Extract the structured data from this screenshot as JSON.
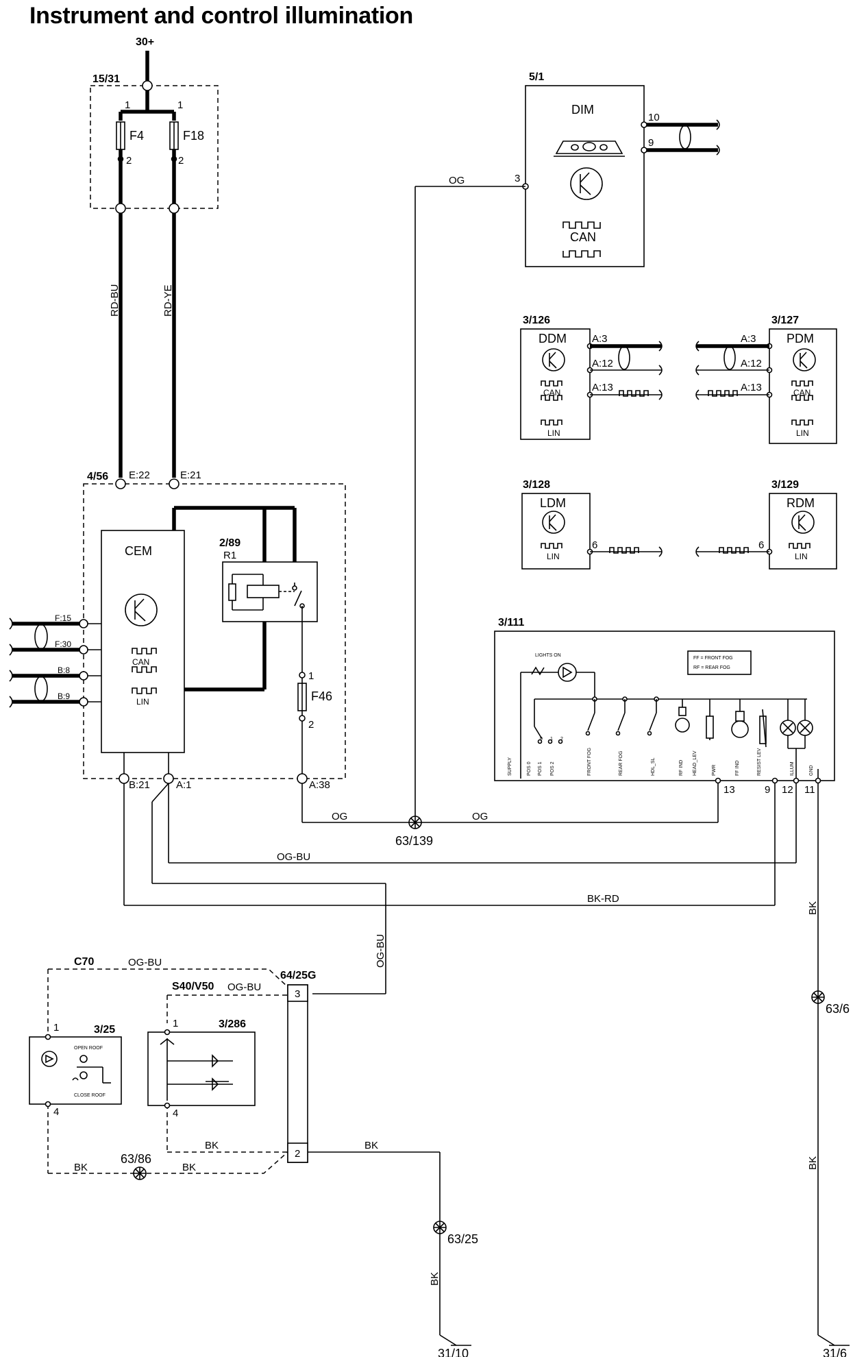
{
  "title": "Instrument and control illumination",
  "supply": "30+",
  "fusebox": {
    "id": "15/31",
    "fuses": [
      "F4",
      "F18"
    ],
    "pin1": "1",
    "pin2": "2"
  },
  "wires": {
    "rd_bu": "RD-BU",
    "rd_ye": "RD-YE",
    "og": "OG",
    "og_bu": "OG-BU",
    "bk_rd": "BK-RD",
    "bk": "BK"
  },
  "dim": {
    "id": "5/1",
    "name": "DIM",
    "pins": [
      "10",
      "9",
      "3"
    ],
    "can": "CAN"
  },
  "ddm": {
    "id": "3/126",
    "name": "DDM",
    "pins": [
      "A:3",
      "A:12",
      "A:13"
    ],
    "can": "CAN",
    "lin": "LIN"
  },
  "pdm": {
    "id": "3/127",
    "name": "PDM",
    "pins": [
      "A:3",
      "A:12",
      "A:13"
    ],
    "can": "CAN",
    "lin": "LIN"
  },
  "ldm": {
    "id": "3/128",
    "name": "LDM",
    "pin": "6",
    "lin": "LIN"
  },
  "rdm": {
    "id": "3/129",
    "name": "RDM",
    "pin": "6",
    "lin": "LIN"
  },
  "cem": {
    "id": "4/56",
    "name": "CEM",
    "can": "CAN",
    "lin": "LIN",
    "pins_top": [
      "E:22",
      "E:21"
    ],
    "pins_left": [
      "F:15",
      "F:30",
      "B:8",
      "B:9"
    ],
    "pins_bottom": [
      "B:21",
      "A:1",
      "A:38"
    ]
  },
  "relay": {
    "id": "2/89",
    "name": "R1"
  },
  "fuse46": {
    "name": "F46",
    "pin1": "1",
    "pin2": "2"
  },
  "light_switch": {
    "id": "3/111",
    "lights_on": "LIGHTS ON",
    "legend": [
      "FF = FRONT FOG",
      "RF = REAR FOG"
    ],
    "switch_pos": [
      "0",
      "1",
      "2"
    ],
    "terms": [
      "SUPPLY",
      "POS 0",
      "POS 1",
      "POS 2",
      "FRONT FOG",
      "REAR FOG",
      "HDL_SL",
      "RF IND",
      "HEAD_LEV",
      "PWR",
      "FF IND",
      "RESIST LEV",
      "ILLUM",
      "GND"
    ],
    "pins": [
      "13",
      "9",
      "12",
      "11"
    ]
  },
  "splices": {
    "s139": "63/139",
    "s6": "63/6",
    "s86": "63/86",
    "s25": "63/25"
  },
  "variants": {
    "c70": "C70",
    "s40v50": "S40/V50"
  },
  "roof_switch": {
    "id": "3/25",
    "open": "OPEN ROOF",
    "close": "CLOSE ROOF",
    "pin1": "1",
    "pin4": "4"
  },
  "module_3286": {
    "id": "3/286",
    "pin1": "1",
    "pin4": "4"
  },
  "connector": {
    "id": "64/25G",
    "pins": [
      "3",
      "2"
    ]
  },
  "grounds": [
    "31/10",
    "31/6"
  ]
}
